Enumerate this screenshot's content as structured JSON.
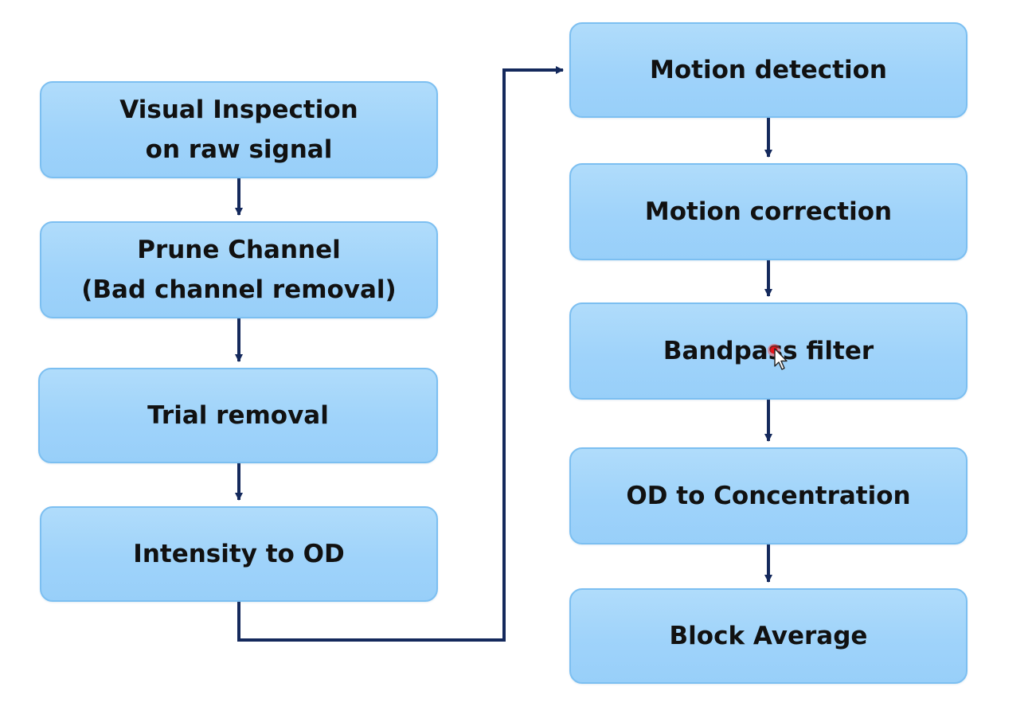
{
  "diagram": {
    "nodes": [
      {
        "id": "visual-inspection",
        "lines": [
          "Visual Inspection",
          "on raw signal"
        ]
      },
      {
        "id": "prune-channel",
        "lines": [
          "Prune Channel",
          "(Bad channel removal)"
        ]
      },
      {
        "id": "trial-removal",
        "lines": [
          "Trial removal"
        ]
      },
      {
        "id": "intensity-to-od",
        "lines": [
          "Intensity to OD"
        ]
      },
      {
        "id": "motion-detection",
        "lines": [
          "Motion detection"
        ]
      },
      {
        "id": "motion-correction",
        "lines": [
          "Motion correction"
        ]
      },
      {
        "id": "bandpass-filter",
        "lines": [
          "Bandpass filter"
        ]
      },
      {
        "id": "od-to-concentration",
        "lines": [
          "OD to Concentration"
        ]
      },
      {
        "id": "block-average",
        "lines": [
          "Block Average"
        ]
      }
    ],
    "edges": [
      {
        "from": "visual-inspection",
        "to": "prune-channel"
      },
      {
        "from": "prune-channel",
        "to": "trial-removal"
      },
      {
        "from": "trial-removal",
        "to": "intensity-to-od"
      },
      {
        "from": "intensity-to-od",
        "to": "motion-detection"
      },
      {
        "from": "motion-detection",
        "to": "motion-correction"
      },
      {
        "from": "motion-correction",
        "to": "bandpass-filter"
      },
      {
        "from": "bandpass-filter",
        "to": "od-to-concentration"
      },
      {
        "from": "od-to-concentration",
        "to": "block-average"
      }
    ],
    "colors": {
      "box_fill": "#a6d6fa",
      "box_border": "#7cbff1",
      "arrow": "#14295c",
      "text": "#111111"
    }
  }
}
